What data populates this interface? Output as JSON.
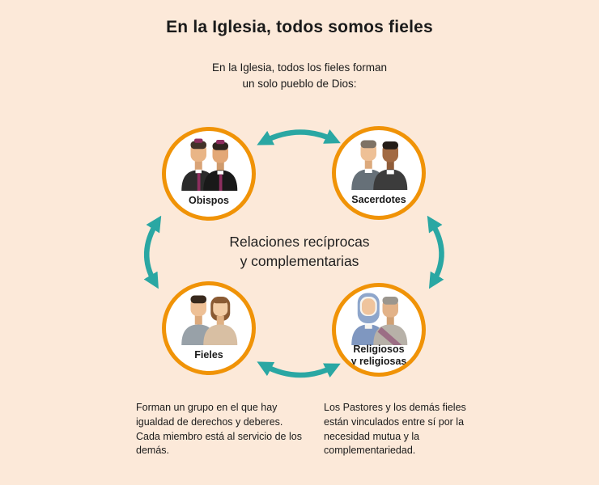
{
  "page": {
    "title": "En la Iglesia, todos somos fieles",
    "subtitle": "En la Iglesia, todos los fieles forman\nun solo pueblo de Dios:"
  },
  "diagram": {
    "center_label": "Relaciones recíprocas\ny complementarias",
    "nodes": [
      {
        "id": "obispos",
        "label": "Obispos"
      },
      {
        "id": "sacerdotes",
        "label": "Sacerdotes"
      },
      {
        "id": "fieles",
        "label": "Fieles"
      },
      {
        "id": "religiosos",
        "label": "Religiosos\ny religiosas"
      }
    ],
    "colors": {
      "bg": "#fce9d9",
      "circle_border": "#f09307",
      "arrow": "#2aa7a3",
      "text": "#1a1a1a"
    }
  },
  "footnotes": [
    {
      "text": "Forman un grupo en el que hay igualdad de derechos y deberes. Cada miembro está al servicio de los demás."
    },
    {
      "text": "Los Pastores y los demás fieles están vinculados entre sí por la necesidad mutua y la complementariedad."
    }
  ]
}
